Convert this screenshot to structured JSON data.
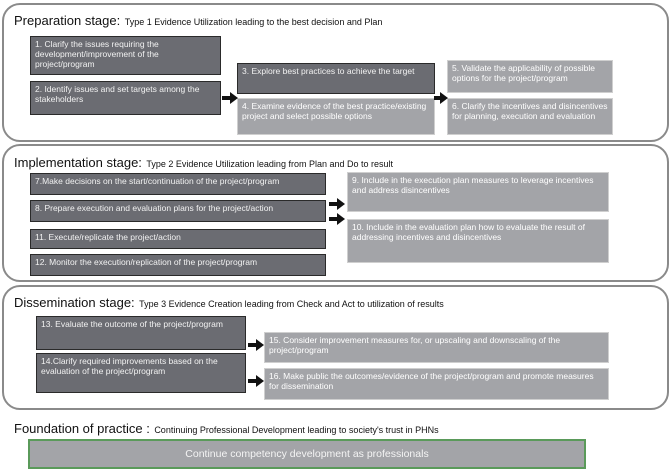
{
  "preparation": {
    "title": "Preparation stage:",
    "subtitle": "Type 1 Evidence Utilization leading to the best decision and Plan",
    "box1": "1. Clarify the issues requiring the development/improvement of the project/program",
    "box2": "2. Identify issues and set targets among the stakeholders",
    "box3": "3. Explore best practices to achieve the target",
    "box4": "4. Examine evidence of the best practice/existing project and select possible options",
    "box5": "5. Validate the applicability of possible options for the project/program",
    "box6": "6. Clarify the incentives and disincentives for planning, execution and evaluation"
  },
  "implementation": {
    "title": "Implementation stage:",
    "subtitle": "Type 2 Evidence Utilization leading from Plan and Do to result",
    "box7": "7.Make decisions on the start/continuation of the project/program",
    "box8": "8. Prepare execution and evaluation plans for the project/action",
    "box9": "9. Include in the execution plan measures to leverage incentives and address disincentives",
    "box10": "10. Include in the evaluation plan how to evaluate the result of addressing incentives and disincentives",
    "box11": "11. Execute/replicate the project/action",
    "box12": "12. Monitor the execution/replication of the project/program"
  },
  "dissemination": {
    "title": "Dissemination stage:",
    "subtitle": "Type 3 Evidence Creation leading from Check and Act  to utilization of results",
    "box13": "13. Evaluate the outcome of the project/program",
    "box14": "14.Clarify required improvements based on the evaluation of the project/program",
    "box15": "15. Consider improvement measures for, or upscaling and downscaling of the project/program",
    "box16": "16. Make public the outcomes/evidence of the project/program and promote measures for dissemination"
  },
  "foundation": {
    "title": "Foundation of practice :",
    "subtitle": "Continuing Professional Development leading to society's trust in PHNs",
    "box": "Continue competency development as professionals"
  },
  "colors": {
    "dark_box": "#6b6c72",
    "light_box": "#a3a4a8",
    "stage_border": "#8a8a8a",
    "foundation_border": "#5a9a5a"
  }
}
